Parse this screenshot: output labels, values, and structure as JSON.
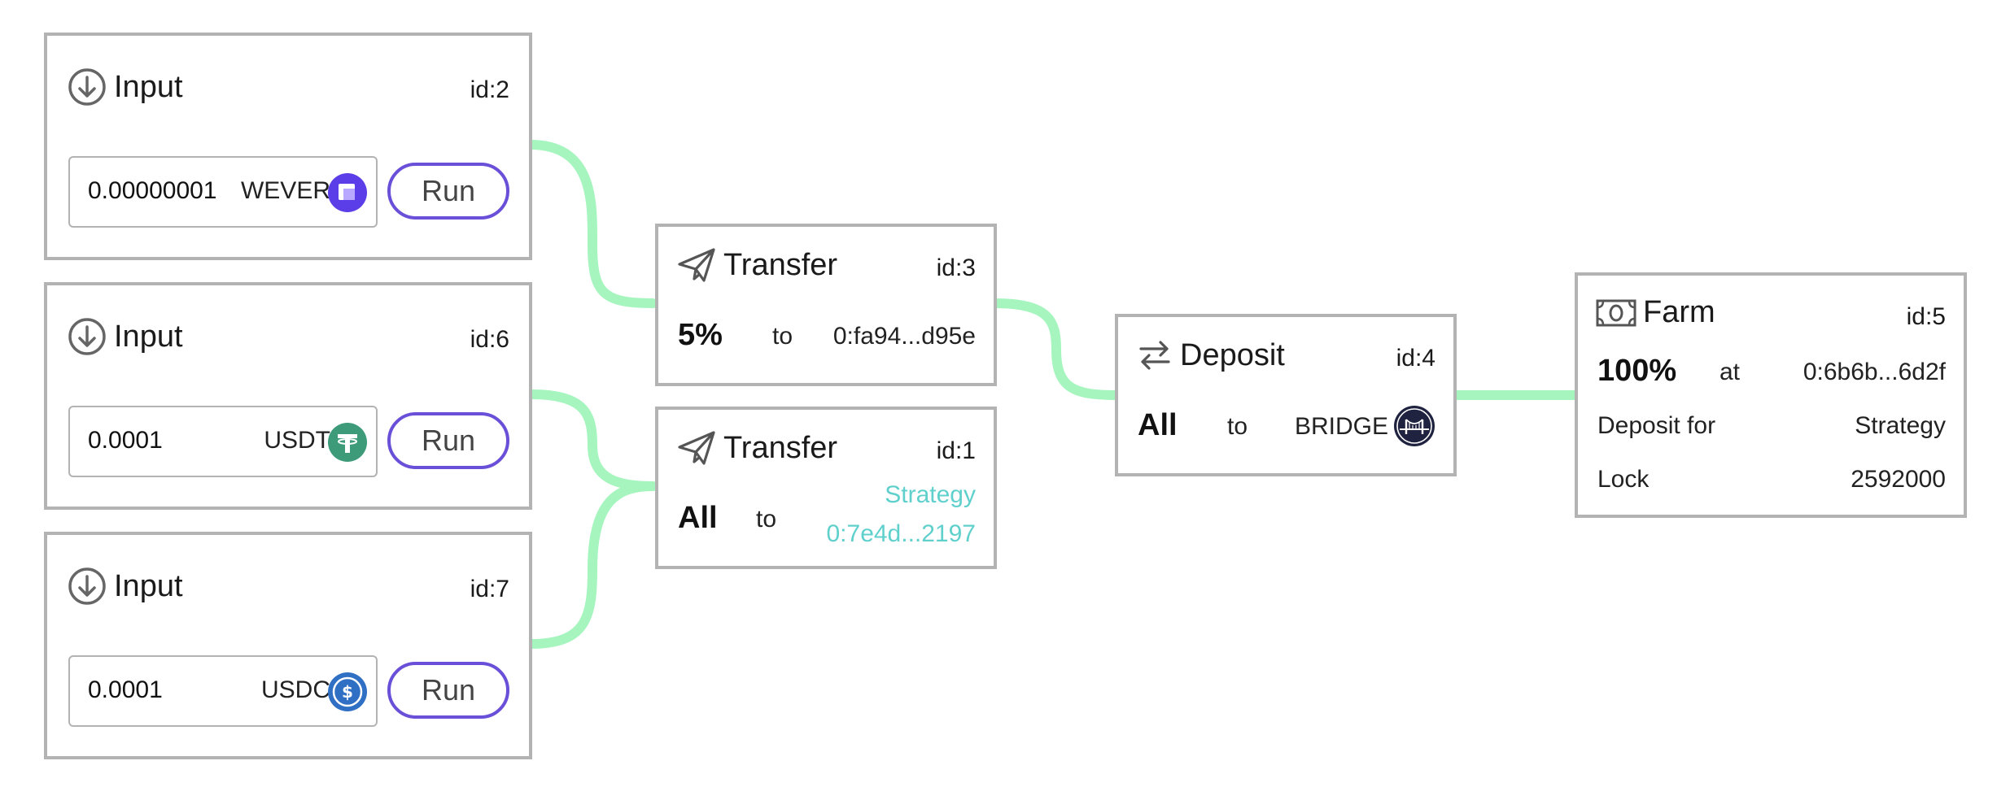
{
  "inputs": [
    {
      "title": "Input",
      "id": "id:2",
      "amount": "0.00000001",
      "token": "WEVER",
      "run": "Run"
    },
    {
      "title": "Input",
      "id": "id:6",
      "amount": "0.0001",
      "token": "USDT",
      "run": "Run"
    },
    {
      "title": "Input",
      "id": "id:7",
      "amount": "0.0001",
      "token": "USDC",
      "run": "Run"
    }
  ],
  "transfers": [
    {
      "title": "Transfer",
      "id": "id:3",
      "amount": "5%",
      "to": "to",
      "address": "0:fa94...d95e"
    },
    {
      "title": "Transfer",
      "id": "id:1",
      "amount": "All",
      "to": "to",
      "target_name": "Strategy",
      "address": "0:7e4d...2197"
    }
  ],
  "deposit": {
    "title": "Deposit",
    "id": "id:4",
    "amount": "All",
    "to": "to",
    "target": "BRIDGE"
  },
  "farm": {
    "title": "Farm",
    "id": "id:5",
    "amount": "100%",
    "at": "at",
    "address": "0:6b6b...6d2f",
    "deposit_label": "Deposit for",
    "deposit_value": "Strategy",
    "lock_label": "Lock",
    "lock_value": "2592000"
  },
  "colors": {
    "edge": "#a6f5bf",
    "node_border": "#b3b3b3",
    "run_border": "#6a4fd8",
    "link_teal": "#5fd0cc",
    "wever": "#5b3ee8",
    "usdt": "#3e9b7a",
    "usdc": "#2f6fc4"
  },
  "icons": {
    "input": "arrow-down-circle-icon",
    "transfer": "paper-plane-icon",
    "deposit": "swap-arrows-icon",
    "farm": "banknote-icon",
    "wever": "wever-token-icon",
    "usdt": "usdt-token-icon",
    "usdc": "usdc-token-icon",
    "bridge": "bridge-token-icon"
  }
}
